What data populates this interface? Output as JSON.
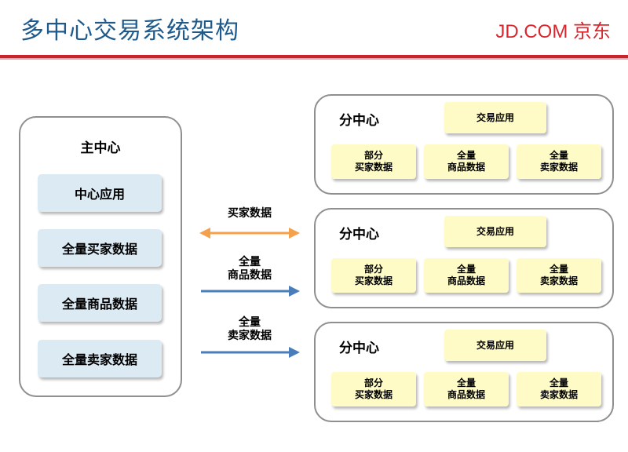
{
  "header": {
    "title": "多中心交易系统架构",
    "logo": "JD.COM 京东"
  },
  "main_center": {
    "title": "主中心",
    "items": [
      "中心应用",
      "全量买家数据",
      "全量商品数据",
      "全量卖家数据"
    ]
  },
  "arrows": [
    {
      "label": "买家数据",
      "direction": "bidirectional",
      "color": "#f5a04a"
    },
    {
      "label": "全量\n商品数据",
      "direction": "right",
      "color": "#4a7ebb"
    },
    {
      "label": "全量\n卖家数据",
      "direction": "right",
      "color": "#4a7ebb"
    }
  ],
  "sub_centers": [
    {
      "title": "分中心",
      "app": "交易应用",
      "data": [
        "部分\n买家数据",
        "全量\n商品数据",
        "全量\n卖家数据"
      ]
    },
    {
      "title": "分中心",
      "app": "交易应用",
      "data": [
        "部分\n买家数据",
        "全量\n商品数据",
        "全量\n卖家数据"
      ]
    },
    {
      "title": "分中心",
      "app": "交易应用",
      "data": [
        "部分\n买家数据",
        "全量\n商品数据",
        "全量\n卖家数据"
      ]
    }
  ]
}
